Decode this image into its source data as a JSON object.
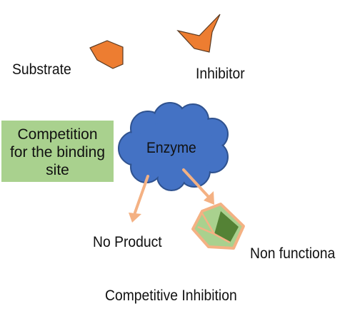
{
  "labels": {
    "substrate": "Substrate",
    "inhibitor": "Inhibitor",
    "enzyme": "Enzyme",
    "no_product": "No Product",
    "non_functional": "Non functiona",
    "caption": "Competitive Inhibition"
  },
  "box": {
    "line1": "Competition",
    "line2": "for the binding",
    "line3": "site"
  },
  "colors": {
    "orange_shape": "#ed7d31",
    "enzyme_blue": "#4472c4",
    "box_green": "#a9d18e",
    "arrow_peach": "#f4b183",
    "product_green": "#a9d18e",
    "product_dark": "#548235"
  }
}
